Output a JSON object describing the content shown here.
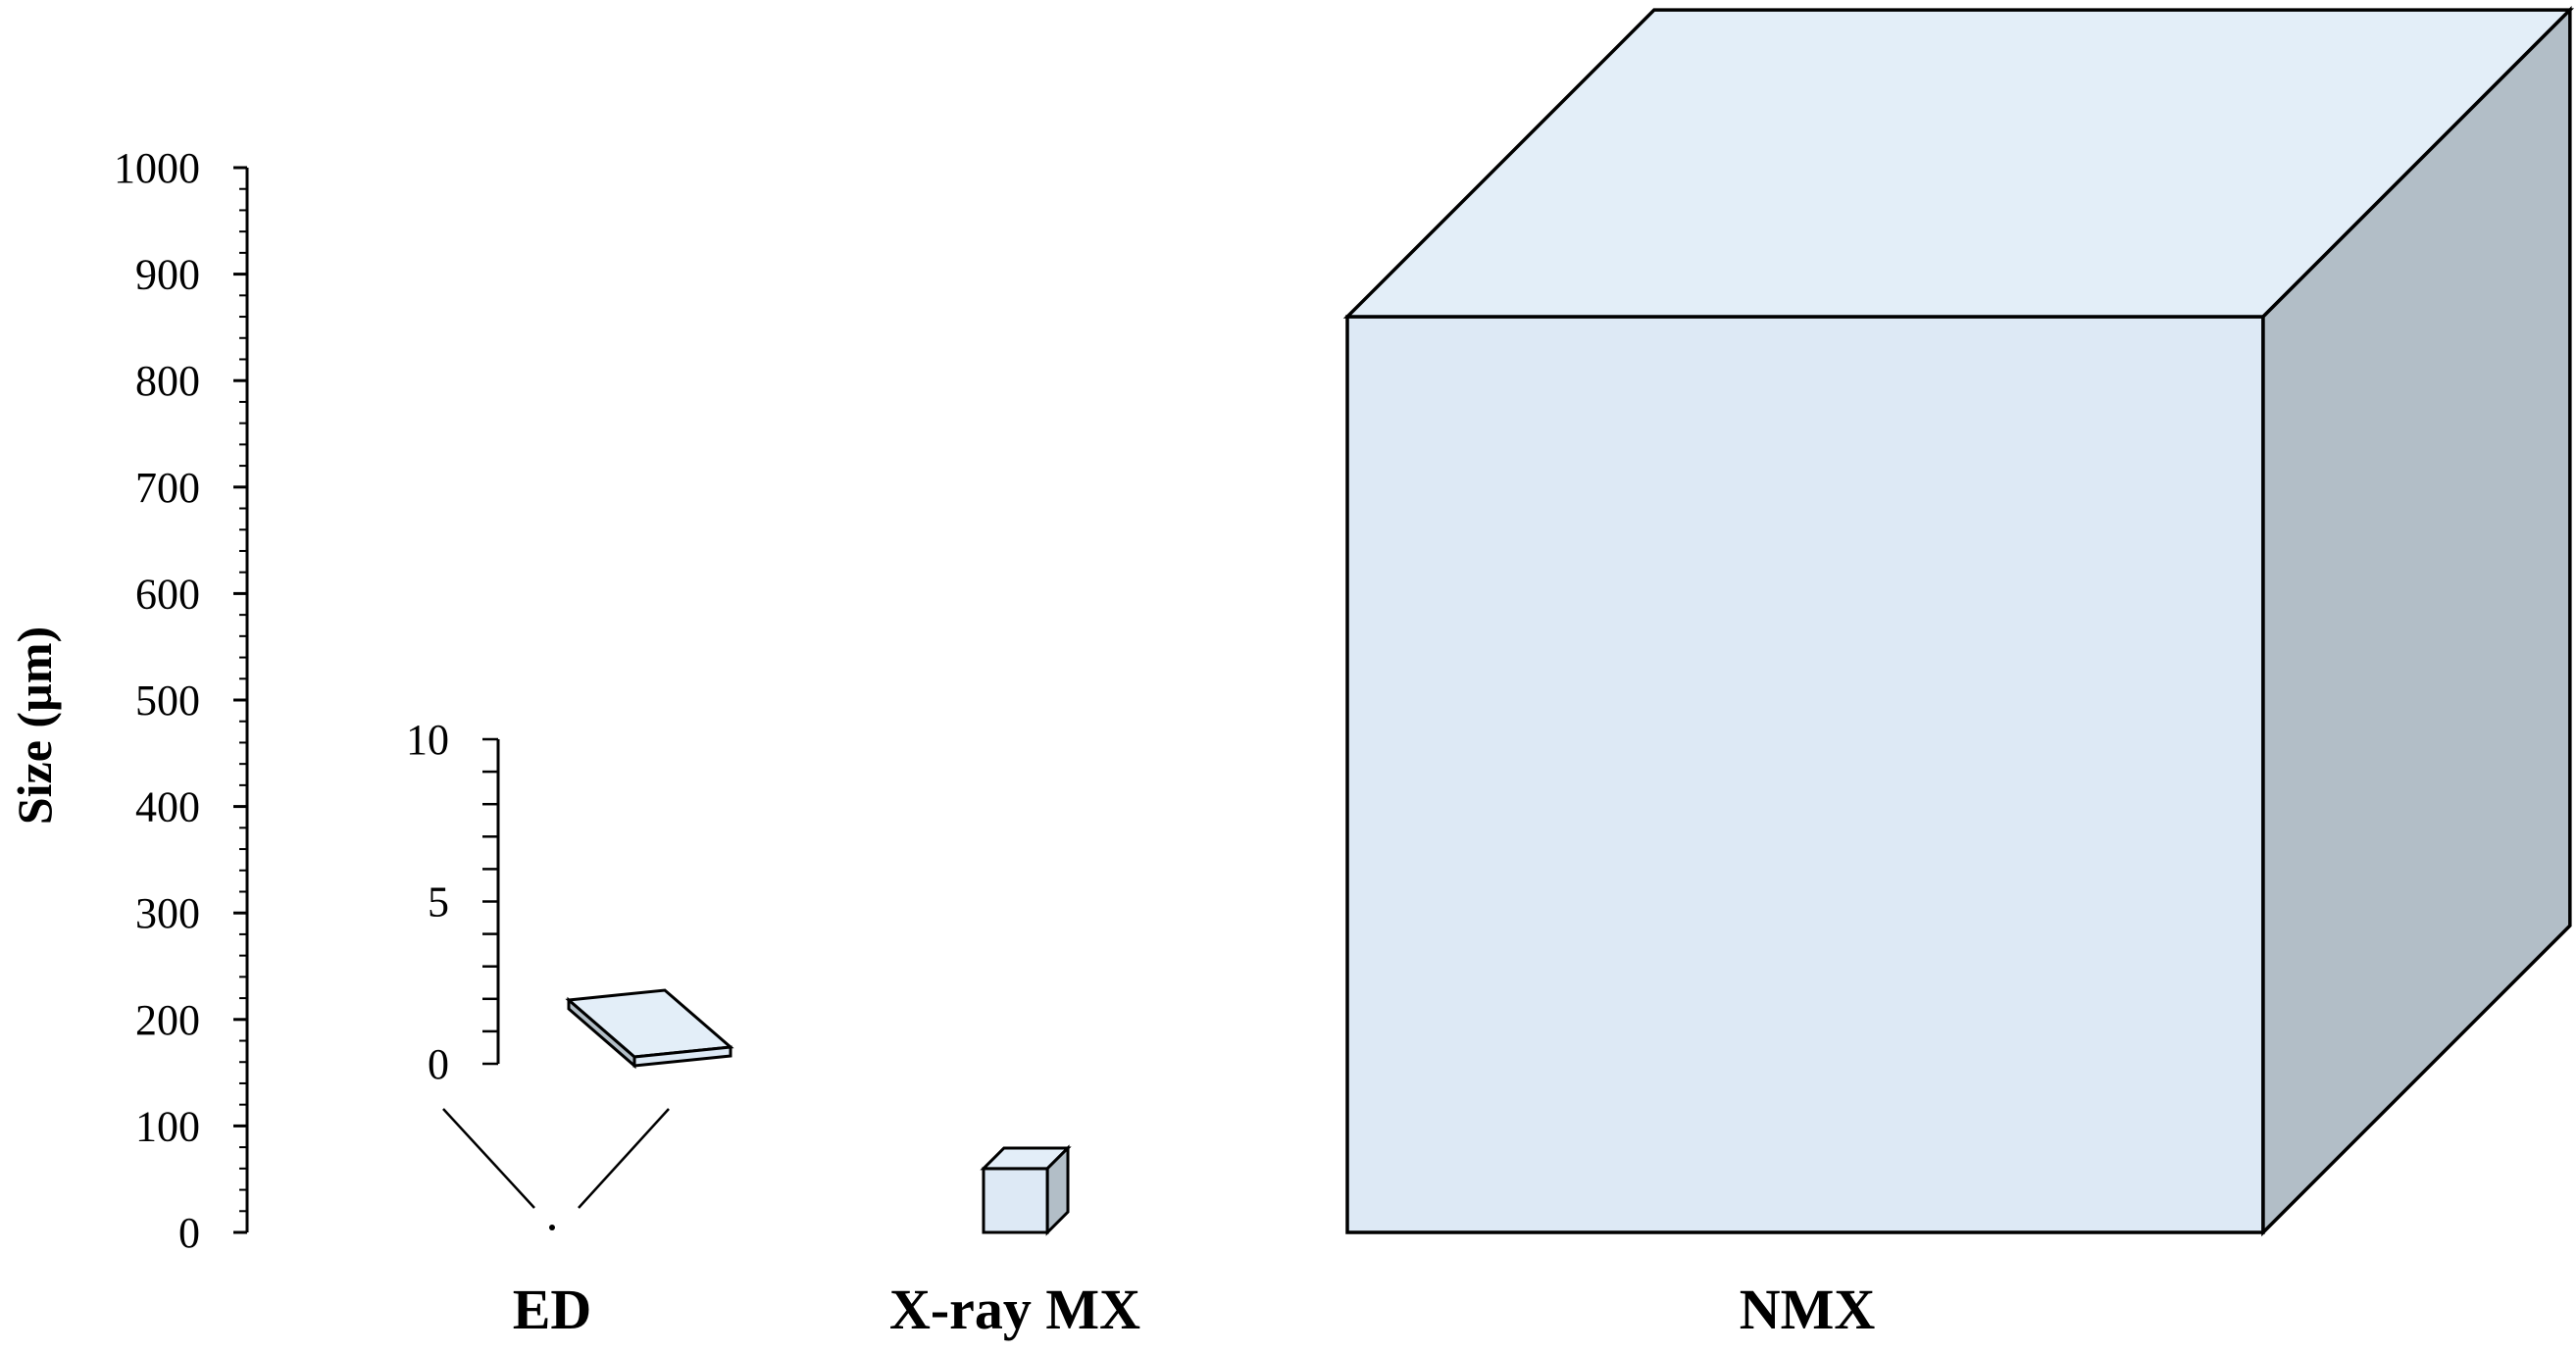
{
  "main_axis": {
    "title": "Size (µm)",
    "range": [
      0,
      1000
    ],
    "major_step": 100,
    "minor_step": 20,
    "tick_labels": [
      "0",
      "100",
      "200",
      "300",
      "400",
      "500",
      "600",
      "700",
      "800",
      "900",
      "1000"
    ]
  },
  "inset_axis": {
    "range": [
      0,
      10
    ],
    "minor_step": 1,
    "tick_labels": [
      "0",
      "5",
      "10"
    ]
  },
  "samples": [
    {
      "label": "ED",
      "value": 1
    },
    {
      "label": "X-ray MX",
      "value": 60
    },
    {
      "label": "NMX",
      "value": 860
    }
  ],
  "colors": {
    "cube_face": "#dde9f5",
    "cube_top": "#e3eef8",
    "cube_side": "#b2bec7",
    "line": "#000000"
  }
}
